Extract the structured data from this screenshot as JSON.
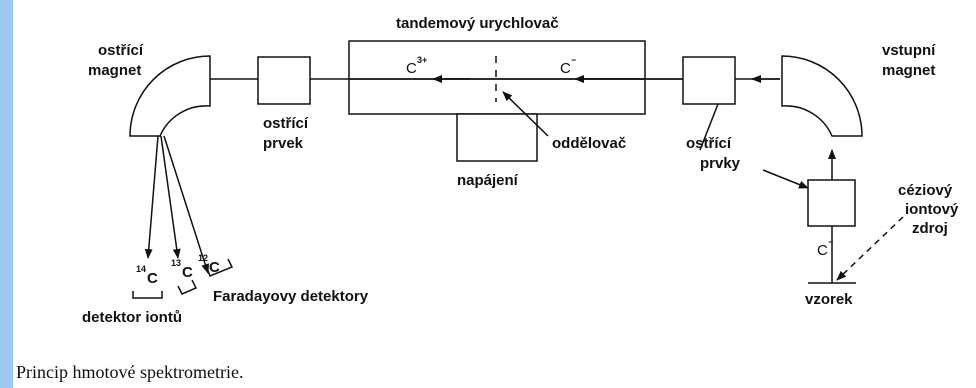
{
  "colors": {
    "frame": "#9ec8f2",
    "ink": "#111111",
    "panel": "#ffffff"
  },
  "labels": {
    "accelerator": "tandemový urychlovač",
    "focus_magnet_1": "ostřící",
    "focus_magnet_2": "magnet",
    "focus_element_1": "ostřící",
    "focus_element_2": "prvek",
    "stripper": "oddělovač",
    "power": "napájení",
    "input_magnet_1": "vstupní",
    "input_magnet_2": "magnet",
    "focus_elements_1": "ostřící",
    "focus_elements_2": "prvky",
    "source_1": "céziový",
    "source_2": "iontový",
    "source_3": "zdroj",
    "sample": "vzorek",
    "ion_detector": "detektor iontů",
    "faraday_detectors": "Faradayovy detektory"
  },
  "isotopes": {
    "c14_mass": "14",
    "c13_mass": "13",
    "c12_mass": "12",
    "element": "C"
  },
  "ions": {
    "c3plus_symbol": "C",
    "c3plus_charge": "3+",
    "cminus_symbol": "C",
    "cminus_charge": "−",
    "cminus_lower_symbol": "C",
    "cminus_lower_charge": "−"
  },
  "caption": "Princip hmotové spektrometrie."
}
